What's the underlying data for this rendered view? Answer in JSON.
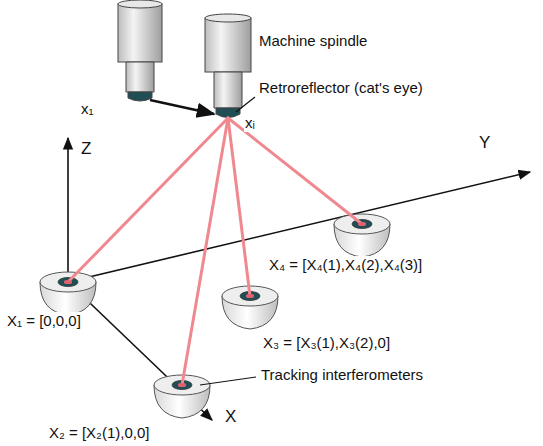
{
  "diagram": {
    "labels": [
      "x₁",
      "Machine spindle",
      "Retroreflector (cat's eye)",
      "xᵢ",
      "Z",
      "Y",
      "X₄ = [X₄(1),X₄(2),X₄(3)]",
      "X₁ = [0,0,0]",
      "X₃ = [X₃(1),X₃(2),0]",
      "Tracking interferometers",
      "X₂ = [X₂(1),0,0]",
      "X"
    ]
  }
}
